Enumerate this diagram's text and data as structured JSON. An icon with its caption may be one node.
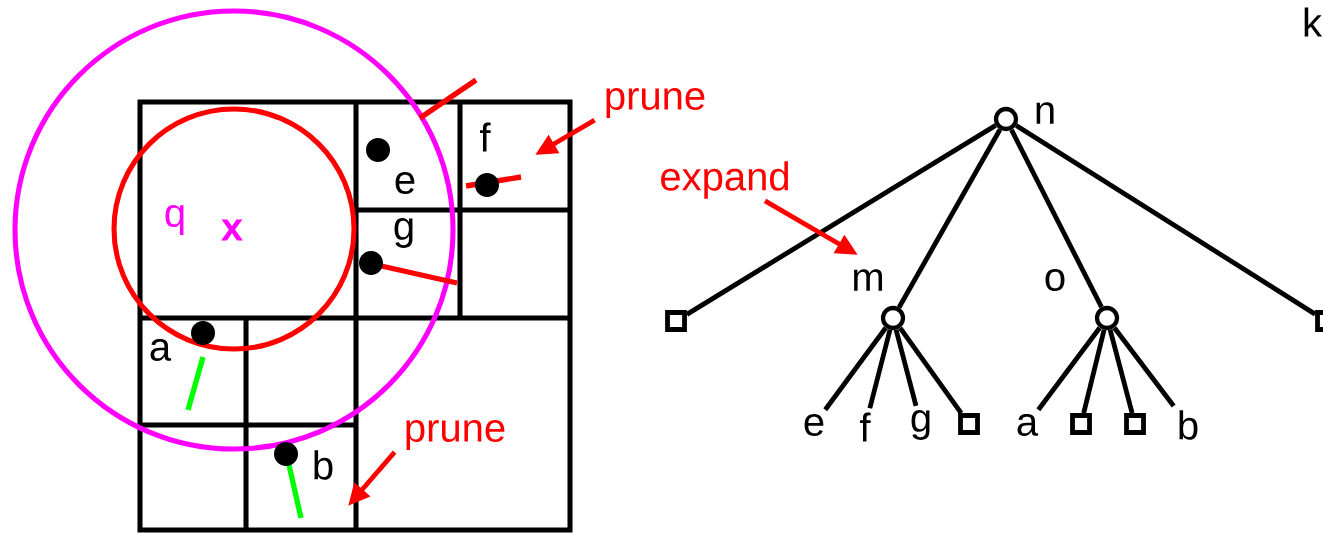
{
  "diagram": {
    "nodes": [
      {
        "text": [],
        "shape": "circle",
        "beside": [
          "n"
        ]
      },
      {
        "text": [],
        "shape": "box"
      },
      {
        "text": [],
        "shape": "circle",
        "beside": [
          "m"
        ]
      },
      {
        "text": [],
        "shape": "circle",
        "beside": [
          "o"
        ]
      },
      {
        "text": [],
        "shape": "box"
      },
      {
        "text": [
          "e"
        ]
      },
      {
        "text": [
          "f"
        ]
      },
      {
        "text": [
          "g"
        ]
      },
      {
        "text": [],
        "shape": "box"
      },
      {
        "text": [
          "a"
        ]
      },
      {
        "text": [],
        "shape": "box"
      },
      {
        "text": [],
        "shape": "box"
      },
      {
        "text": [
          "b"
        ]
      },
      {
        "text": [
          "expand"
        ]
      },
      {
        "text": [
          "prune"
        ]
      },
      {
        "text": [
          "prune"
        ]
      }
    ],
    "edges": [
      {
        "from": 0,
        "to": 1,
        "arrow": "none"
      },
      {
        "from": 0,
        "to": 2,
        "arrow": "none"
      },
      {
        "from": 0,
        "to": 3,
        "arrow": "none"
      },
      {
        "from": 0,
        "to": 4,
        "arrow": "none"
      },
      {
        "from": 2,
        "to": 5,
        "arrow": "none"
      },
      {
        "from": 2,
        "to": 6,
        "arrow": "none"
      },
      {
        "from": 2,
        "to": 7,
        "arrow": "none"
      },
      {
        "from": 2,
        "to": 8,
        "arrow": "none"
      },
      {
        "from": 3,
        "to": 9,
        "arrow": "none"
      },
      {
        "from": 3,
        "to": 10,
        "arrow": "none"
      },
      {
        "from": 3,
        "to": 11,
        "arrow": "none"
      },
      {
        "from": 3,
        "to": 12,
        "arrow": "none"
      },
      {
        "from": 13,
        "to": 2,
        "arrow": "to",
        "color": "#ff0000"
      },
      {
        "from": 14,
        "to": null,
        "arrow": "to",
        "color": "#ff0000"
      },
      {
        "from": 15,
        "to": null,
        "arrow": "to",
        "color": "#ff0000"
      }
    ],
    "labels": [
      "k",
      "f",
      "e",
      "q",
      "x",
      "g",
      "a",
      "b"
    ]
  }
}
